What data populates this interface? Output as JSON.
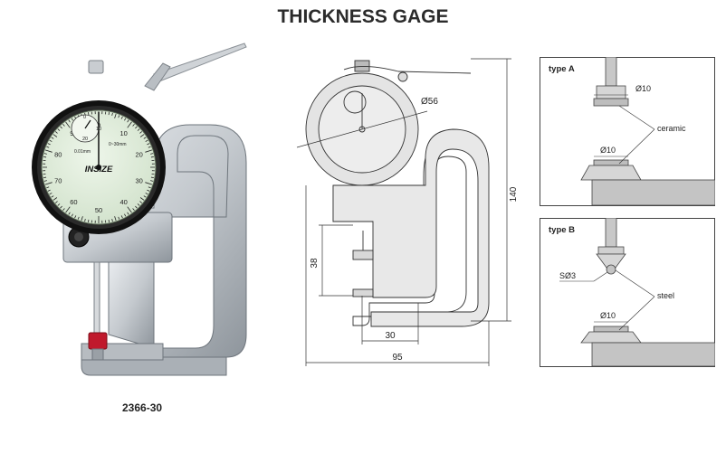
{
  "title": "THICKNESS GAGE",
  "model_number": "2366-30",
  "dial": {
    "brand": "INSIZE",
    "numbers": [
      "0",
      "10",
      "20",
      "30",
      "40",
      "50",
      "60",
      "70",
      "80",
      "90"
    ],
    "sub_numbers": [
      "0",
      "10",
      "20"
    ],
    "resolution": "0.01mm",
    "range": "0~30mm"
  },
  "dimensions": {
    "dial_dia": "Ø56",
    "height": "140",
    "depth": "38",
    "throat": "30",
    "width": "95"
  },
  "type_a": {
    "label": "type A",
    "upper_dia": "Ø10",
    "lower_dia": "Ø10",
    "material": "ceramic"
  },
  "type_b": {
    "label": "type B",
    "ball": "SØ3",
    "lower_dia": "Ø10",
    "material": "steel"
  }
}
